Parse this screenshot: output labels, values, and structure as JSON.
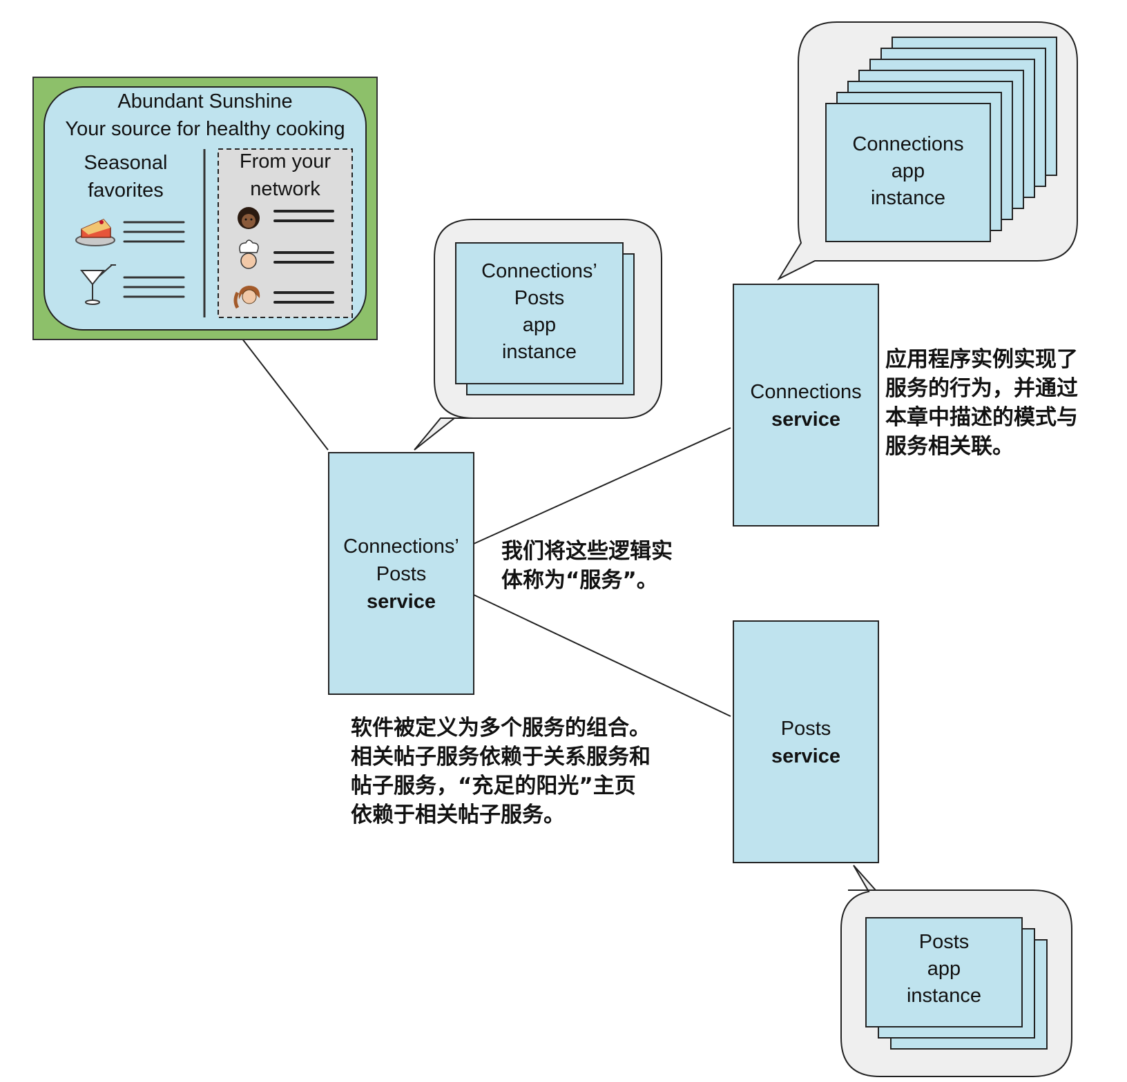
{
  "website": {
    "title": "Abundant Sunshine",
    "tagline": "Your source for healthy cooking",
    "seasonal_label": "Seasonal\nfavorites",
    "network_label": "From your\nnetwork"
  },
  "services": {
    "connections_posts": {
      "name": "Connections’\nPosts",
      "kind": "service"
    },
    "connections": {
      "name": "Connections",
      "kind": "service"
    },
    "posts": {
      "name": "Posts",
      "kind": "service"
    }
  },
  "instances": {
    "connections_posts": "Connections’\nPosts\napp\ninstance",
    "connections": "Connections\napp\ninstance",
    "posts": "Posts\napp\ninstance"
  },
  "notes": {
    "logical_entities": "我们将这些逻辑实\n体称为“服务”。",
    "app_instances": "应用程序实例实现了\n服务的行为，并通过\n本章中描述的模式与\n服务相关联。",
    "composition": "软件被定义为多个服务的组合。\n相关帖子服务依赖于关系服务和\n帖子服务，“充足的阳光”主页\n依赖于相关帖子服务。"
  },
  "colors": {
    "box_fill": "#bfe3ee",
    "website_frame": "#8dc06a",
    "bubble_fill": "#efefef",
    "network_panel": "#dcdcdc"
  },
  "icons": [
    "cake-icon",
    "cocktail-icon",
    "curly-hair-person-icon",
    "chef-icon",
    "ponytail-person-icon"
  ]
}
